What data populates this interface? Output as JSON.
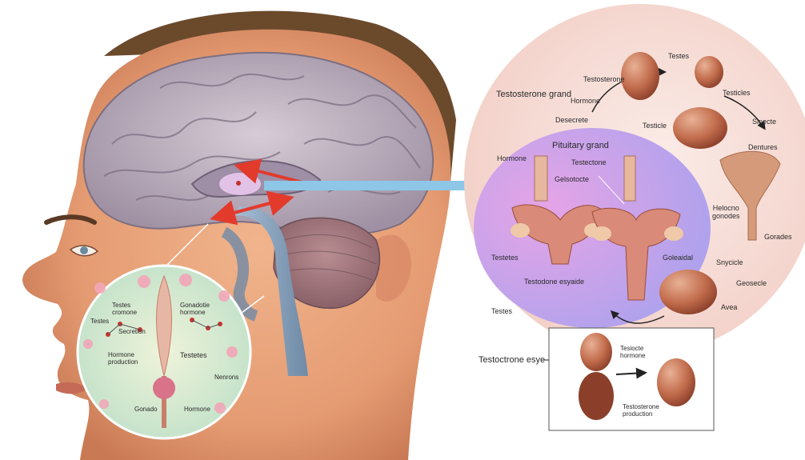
{
  "labels": {
    "right_circle": {
      "testes_top": "Testes",
      "testosterone_top": "Testosterone",
      "hormone": "Hormone",
      "testicles_right": "Testicles",
      "testosterone_gland": "Testosterone grand",
      "desecrete": "Desecrete",
      "testicle_mid": "Testicle",
      "secrete": "Sinecte",
      "pituitary_gland": "Pituitary grand",
      "hormone_inner": "Hormone",
      "testosterone_inner": "Testectone",
      "gonadotropin": "Gelsotocte",
      "testes_inner": "Testetes",
      "gonadal": "Goleaidal",
      "testosterone_synthesis": "Testodone esyaide",
      "testes_bottom": "Testes",
      "dentures": "Dentures",
      "hormone_gonades": "Helocno\ngonodes",
      "gonades": "Gorades",
      "synapses": "Snycicle",
      "desecrete_2": "Geosecle",
      "avea": "Avea"
    },
    "inset_box": {
      "testosterone_synthesis": "Testoctrone esye",
      "testicle_hormone": "Tesiocte\nhormone",
      "testosterone_production": "Testosterone\nproduction"
    },
    "left_circle": {
      "testes_top": "Testes\ncromone",
      "gonadotropin": "Gonadotie\nhormone",
      "secretion": "Secretion",
      "hormone_prod": "Hormone\nproduction",
      "testes": "Testetes",
      "neurons": "Nenrons",
      "small_a": "Testes",
      "small_b": "Gonado",
      "small_c": "Hormone"
    }
  },
  "colors": {
    "skin": "#e8a57e",
    "hair": "#6b4a2c",
    "brain": "#b7aab9",
    "arrow_red": "#e23b2c",
    "arrow_blue": "#8dc6e6",
    "circle_bg": "#f6dcd6",
    "inner_purple": "#c79ee8",
    "testis": "#b25a3e"
  }
}
